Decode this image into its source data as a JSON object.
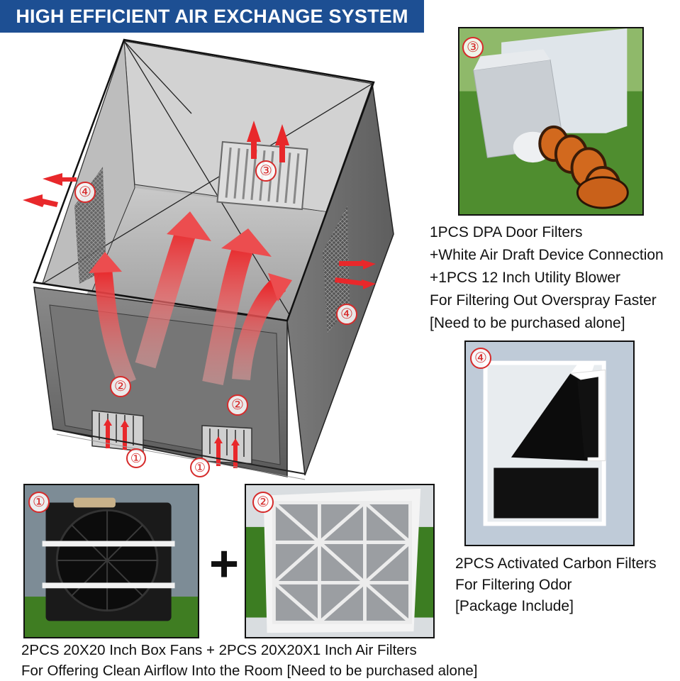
{
  "banner": {
    "title": "HIGH EFFICIENT AIR EXCHANGE SYSTEM"
  },
  "diagram": {
    "markers": {
      "fan_left": "①",
      "fan_right": "①",
      "filter_left": "②",
      "filter_right": "②",
      "door_vent": "③",
      "side_left": "④",
      "side_right": "④"
    }
  },
  "panels": {
    "blower": {
      "badge": "③",
      "lines": [
        "1PCS DPA Door Filters",
        "+White Air Draft Device Connection",
        "+1PCS 12 Inch Utility Blower",
        "For Filtering Out Overspray Faster",
        "[Need to be purchased alone]"
      ]
    },
    "carbon": {
      "badge": "④",
      "lines": [
        "2PCS Activated Carbon Filters",
        "For Filtering Odor",
        "[Package Include]"
      ]
    },
    "fan": {
      "badge": "①"
    },
    "air_filter": {
      "badge": "②"
    },
    "plus": "+",
    "bottom_lines": [
      "2PCS 20X20 Inch Box Fans + 2PCS 20X20X1 Inch Air Filters",
      "For Offering Clean Airflow Into the Room [Need to be purchased alone]"
    ]
  },
  "colors": {
    "banner": "#1d4f93",
    "arrow": "#e8282b",
    "badge": "#d62b2b"
  }
}
